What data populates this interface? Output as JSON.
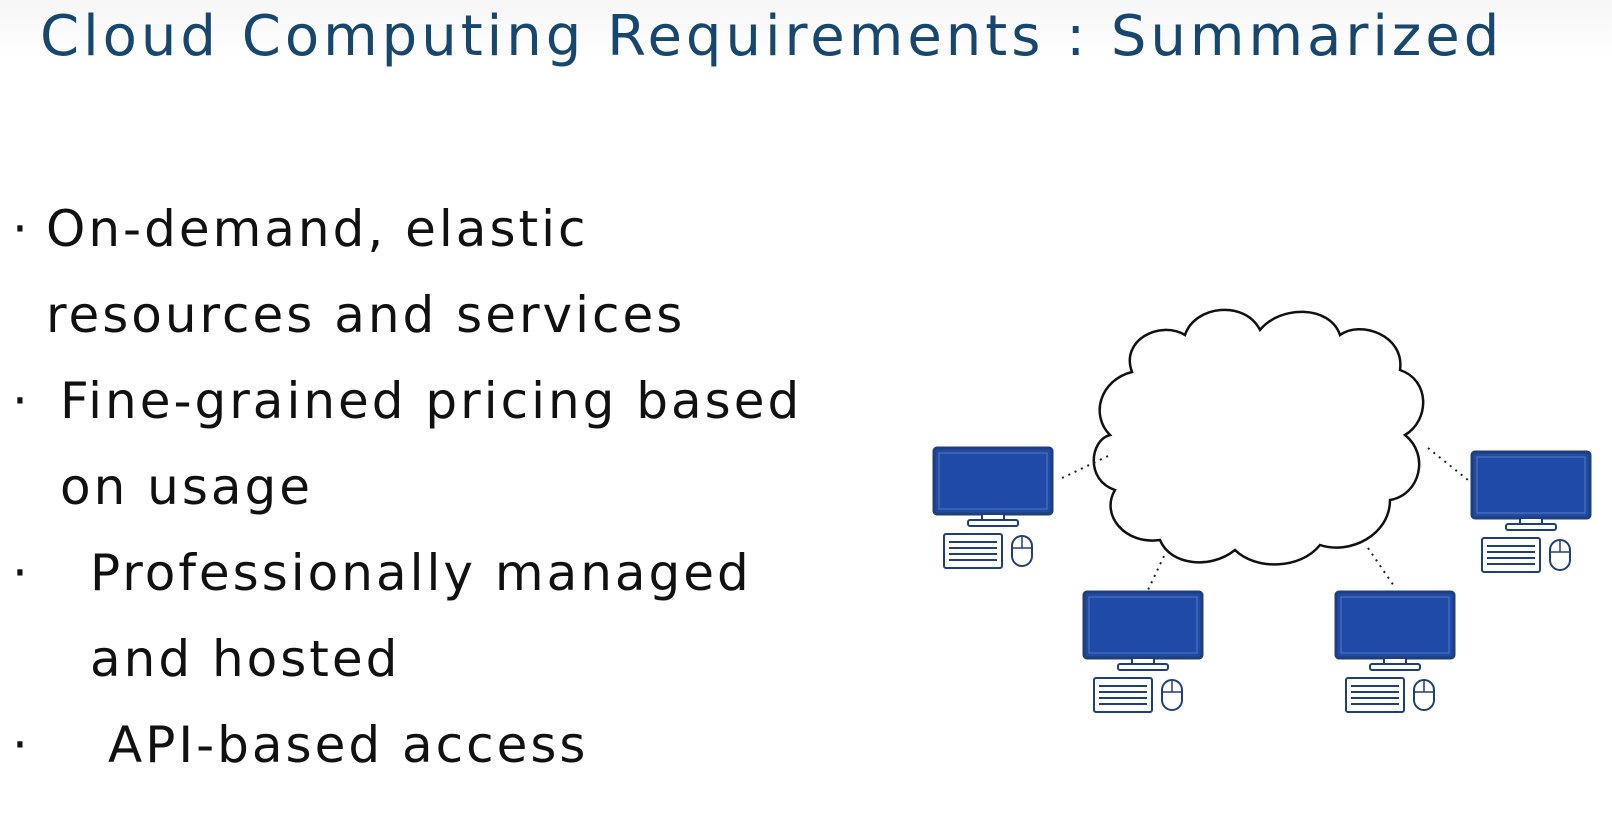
{
  "slide": {
    "title": "Cloud Computing Requirements : Summarized",
    "bullets": [
      "On-demand, elastic resources and services",
      "Fine-grained pricing based on usage",
      "Professionally managed and hosted",
      "API-based access"
    ]
  },
  "diagram": {
    "icons": [
      "cloud-icon",
      "computer-icon"
    ],
    "colors": {
      "screen": "#1f4aa8",
      "outline": "#1f3f7a",
      "cloud_stroke": "#111111"
    }
  }
}
